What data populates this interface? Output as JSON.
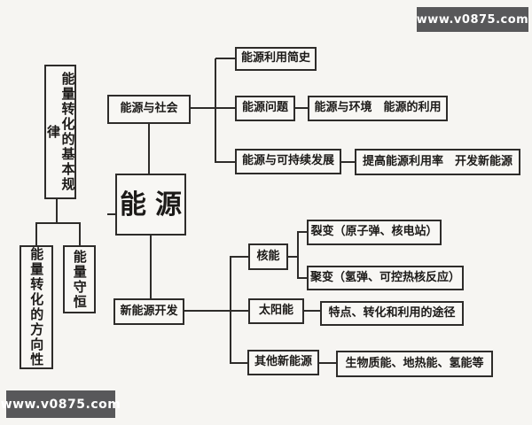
{
  "diagram": {
    "root": "能源",
    "left_branch": {
      "rule": "能量转化的基本规律",
      "directionality": "能量转化的方向性",
      "conservation": "能量守恒"
    },
    "society_branch": {
      "label": "能源与社会",
      "history": "能源利用简史",
      "problem": "能源问题",
      "problem_detail": "能源与环境　能源的利用",
      "sustainable": "能源与可持续发展",
      "sustainable_detail": "提高能源利用率　开发新能源"
    },
    "new_energy_branch": {
      "label": "新能源开发",
      "nuclear": "核能",
      "fission": "裂变（原子弹、核电站）",
      "fusion": "聚变（氢弹、可控热核反应）",
      "solar": "太阳能",
      "solar_detail": "特点、转化和利用的途径",
      "other": "其他新能源",
      "other_detail": "生物质能、地热能、氢能等"
    }
  },
  "watermark": {
    "top_right": "www.v0875.com",
    "bottom_left": "www.v0875.com"
  },
  "colors": {
    "background": "#f6f5f2",
    "box_border": "#2e2c2a",
    "watermark_bg": "#58585a",
    "watermark_text": "#ffffff"
  }
}
